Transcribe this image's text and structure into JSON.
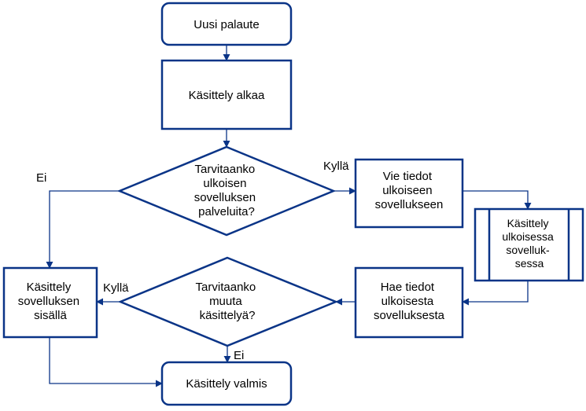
{
  "colors": {
    "stroke": "#0a3487",
    "text": "#000000",
    "background": "#ffffff"
  },
  "nodes": {
    "start": {
      "lines": [
        "Uusi palaute"
      ]
    },
    "begin": {
      "lines": [
        "Käsittely alkaa"
      ]
    },
    "decision1": {
      "lines": [
        "Tarvitaanko",
        "ulkoisen",
        "sovelluksen",
        "palveluita?"
      ]
    },
    "export": {
      "lines": [
        "Vie tiedot",
        "ulkoiseen",
        "sovellukseen"
      ]
    },
    "external": {
      "lines": [
        "Käsittely",
        "ulkoisessa",
        "sovelluk-",
        "sessa"
      ]
    },
    "fetch": {
      "lines": [
        "Hae tiedot",
        "ulkoisesta",
        "sovelluksesta"
      ]
    },
    "decision2": {
      "lines": [
        "Tarvitaanko",
        "muuta",
        "käsittelyä?"
      ]
    },
    "internal": {
      "lines": [
        "Käsittely",
        "sovelluksen",
        "sisällä"
      ]
    },
    "end": {
      "lines": [
        "Käsittely valmis"
      ]
    }
  },
  "edge_labels": {
    "d1_no": "Ei",
    "d1_yes": "Kyllä",
    "d2_yes": "Kyllä",
    "d2_no": "Ei"
  }
}
